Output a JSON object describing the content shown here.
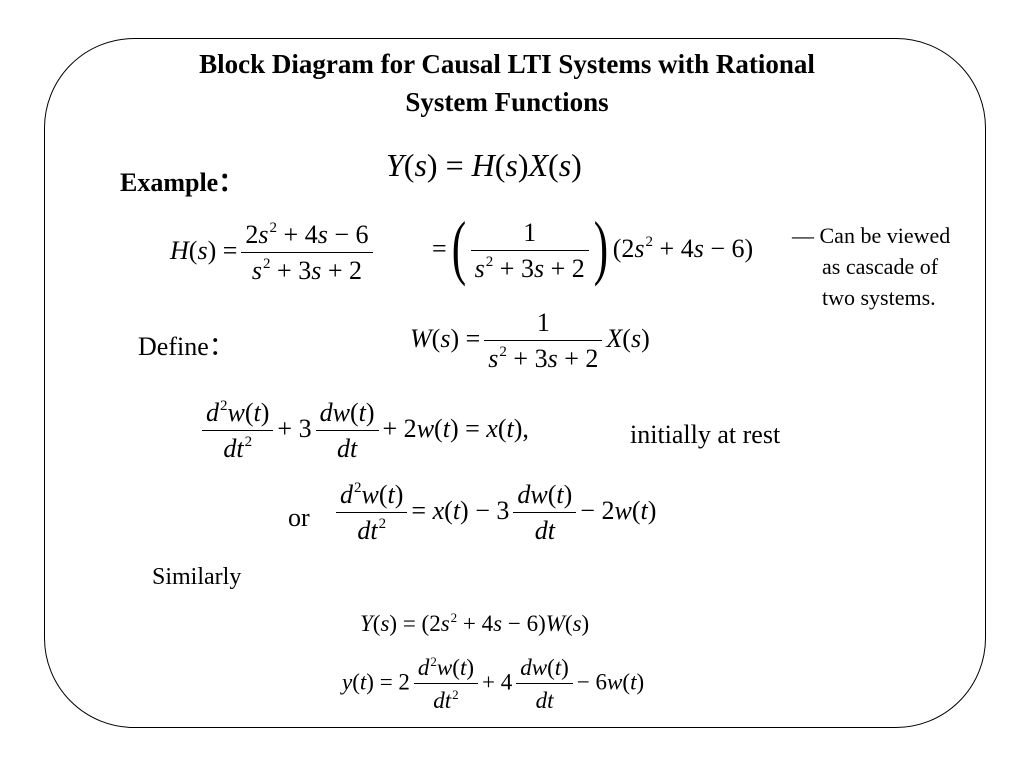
{
  "slide": {
    "title_line1": "Block Diagram for Causal LTI Systems with Rational",
    "title_line2": "System Functions",
    "example_label": "Example：",
    "define_label": "Define：",
    "similarly_label": "Similarly",
    "or_label": "or",
    "initially_text": "initially at rest",
    "note_line1": "— Can be viewed",
    "note_line2": "as cascade of",
    "note_line3": "two systems."
  }
}
